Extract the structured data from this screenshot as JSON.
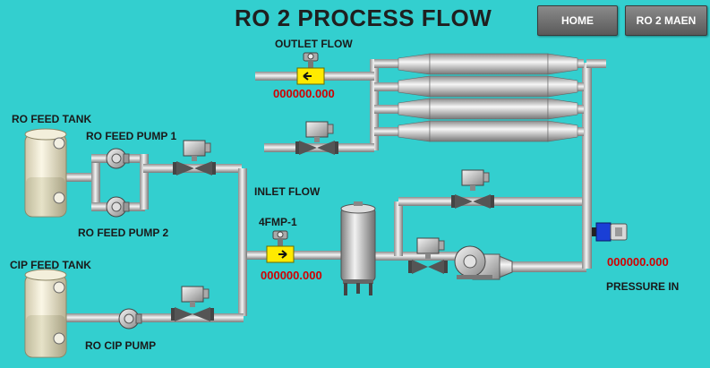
{
  "header": {
    "title": "RO 2 PROCESS FLOW"
  },
  "nav": {
    "home_label": "HOME",
    "maen_label": "RO 2 MAEN"
  },
  "labels": {
    "outlet_flow": "OUTLET FLOW",
    "ro_feed_tank": "RO FEED TANK",
    "ro_feed_pump_1": "RO FEED PUMP 1",
    "ro_feed_pump_2": "RO FEED PUMP 2",
    "inlet_flow": "INLET FLOW",
    "fmp": "4FMP-1",
    "cip_feed_tank": "CIP FEED TANK",
    "ro_cip_pump": "RO CIP PUMP",
    "pressure_in": "PRESSURE IN"
  },
  "readings": {
    "outlet_flow_value": "000000.000",
    "inlet_flow_value": "000000.000",
    "pressure_in_value": "000000.000"
  },
  "icons": {
    "flow_meter": "flowmeter-icon",
    "valve": "motorized-valve-icon",
    "pump": "pump-icon",
    "tank": "tank-icon",
    "membrane": "ro-membrane-icon",
    "pressure_transmitter": "pressure-transmitter-icon"
  },
  "colors": {
    "background": "#33cfcf",
    "value_text": "#d10000",
    "flow_meter_body": "#ffea00"
  }
}
